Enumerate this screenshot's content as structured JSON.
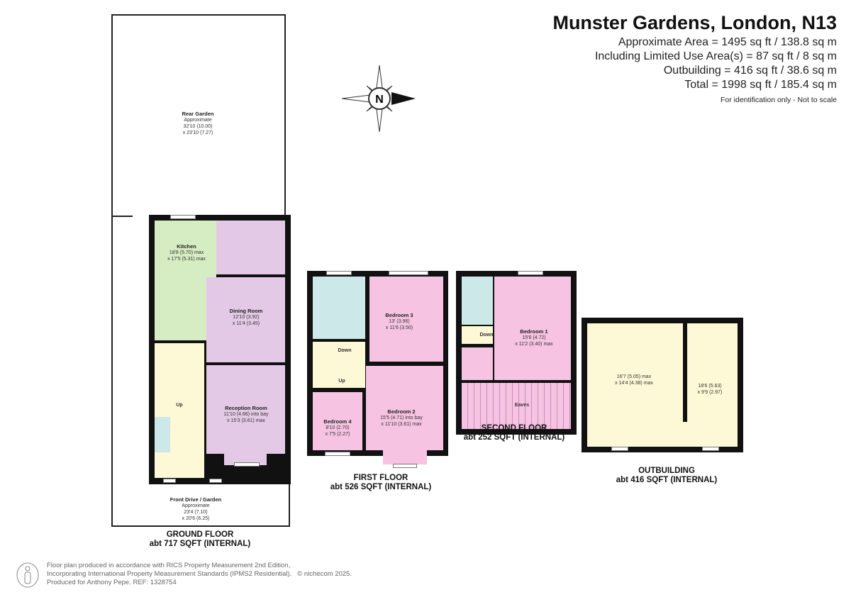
{
  "header": {
    "title": "Munster Gardens, London, N13",
    "areas": [
      "Approximate Area = 1495 sq ft / 138.8 sq m",
      "Including Limited Use Area(s) = 87 sq ft / 8 sq m",
      "Outbuilding = 416 sq ft / 38.6 sq m",
      "Total = 1998 sq ft / 185.4 sq m"
    ],
    "note": "For identification only - Not to scale"
  },
  "compass": {
    "letter": "N"
  },
  "ground_floor": {
    "rear_garden": {
      "name": "Rear Garden",
      "sub": "Approximate",
      "dim1": "32'10 (10.00)",
      "dim2": "x 23'10 (7.27)"
    },
    "kitchen": {
      "name": "Kitchen",
      "dim1": "18'8 (5.70) max",
      "dim2": "x 17'5 (5.31) max"
    },
    "dining": {
      "name": "Dining Room",
      "dim1": "12'10 (3.92)",
      "dim2": "x 11'4 (3.45)"
    },
    "reception": {
      "name": "Reception Room",
      "dim1": "11'10 (4.66) into bay",
      "dim2": "x 15'3 (3.61) max"
    },
    "stairs": "Up",
    "front_garden": {
      "name": "Front Drive / Garden",
      "sub": "Approximate",
      "dim1": "23'4 (7.10)",
      "dim2": "x 20'6 (6.25)"
    },
    "caption1": "GROUND FLOOR",
    "caption2": "abt 717 SQFT (INTERNAL)"
  },
  "first_floor": {
    "bedroom3": {
      "name": "Bedroom 3",
      "dim1": "13' (3.96)",
      "dim2": "x 11'6 (3.50)"
    },
    "bedroom2": {
      "name": "Bedroom 2",
      "dim1": "15'5 (4.71) into bay",
      "dim2": "x 11'10 (3.61) max"
    },
    "bedroom4": {
      "name": "Bedroom 4",
      "dim1": "8'10 (2.70)",
      "dim2": "x 7'5 (2.27)"
    },
    "down": "Down",
    "up": "Up",
    "caption1": "FIRST FLOOR",
    "caption2": "abt 526 SQFT (INTERNAL)"
  },
  "second_floor": {
    "bedroom1": {
      "name": "Bedroom 1",
      "dim1": "15'6 (4.72)",
      "dim2": "x 11'2 (3.40) max"
    },
    "down": "Down",
    "eaves": "Eaves",
    "caption1": "SECOND FLOOR",
    "caption2": "abt 252 SQFT (INTERNAL)"
  },
  "outbuilding": {
    "room1": {
      "dim1": "16'7 (5.05) max",
      "dim2": "x 14'4 (4.38) max"
    },
    "room2": {
      "dim1": "18'6 (5.63)",
      "dim2": "x 9'9 (2.97)"
    },
    "caption1": "OUTBUILDING",
    "caption2": "abt 416 SQFT (INTERNAL)"
  },
  "footer": {
    "lines": [
      "Floor plan produced in accordance with RICS Property Measurement 2nd Edition,",
      "Incorporating International Property Measurement Standards (IPMS2 Residential).",
      "Produced for Anthony Pepe.   REF:  1328754"
    ],
    "copyright": "© nichecom 2025."
  }
}
